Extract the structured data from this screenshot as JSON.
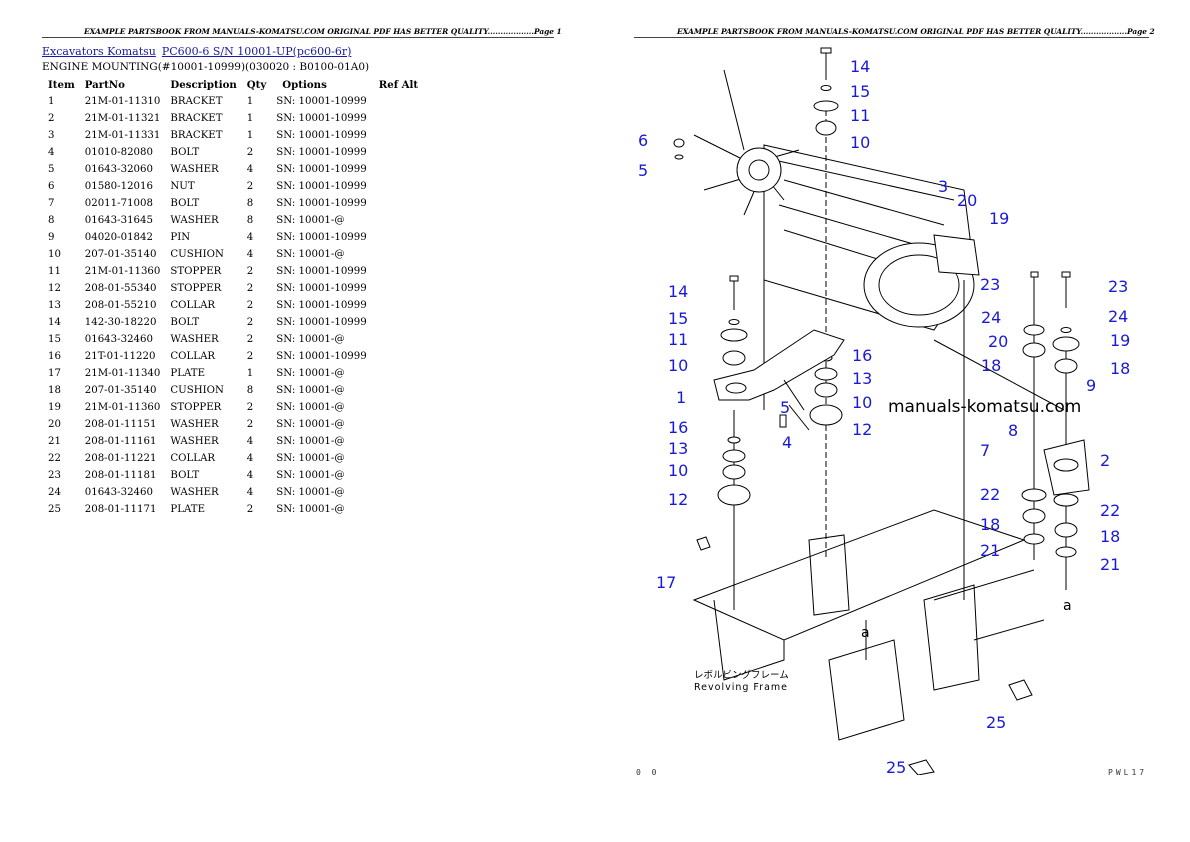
{
  "header_left": "EXAMPLE PARTSBOOK FROM MANUALS-KOMATSU.COM ORIGINAL PDF HAS BETTER QUALITY..................Page 1",
  "header_right": "EXAMPLE PARTSBOOK FROM MANUALS-KOMATSU.COM ORIGINAL PDF HAS BETTER QUALITY..................Page 2",
  "breadcrumb": {
    "link1": "Excavators Komatsu",
    "link2": "PC600-6 S/N 10001-UP(pc600-6r)"
  },
  "section_title": "ENGINE MOUNTING(#10001-10999)(030020 : B0100-01A0)",
  "table": {
    "headers": {
      "item": "Item",
      "partno": "PartNo",
      "desc": "Description",
      "qty": "Qty",
      "options": "Options",
      "refalt": "Ref Alt"
    },
    "rows": [
      {
        "item": "1",
        "partno": "21M-01-11310",
        "desc": "BRACKET",
        "qty": "1",
        "options": "SN: 10001-10999"
      },
      {
        "item": "2",
        "partno": "21M-01-11321",
        "desc": "BRACKET",
        "qty": "1",
        "options": "SN: 10001-10999"
      },
      {
        "item": "3",
        "partno": "21M-01-11331",
        "desc": "BRACKET",
        "qty": "1",
        "options": "SN: 10001-10999"
      },
      {
        "item": "4",
        "partno": "01010-82080",
        "desc": "BOLT",
        "qty": "2",
        "options": "SN: 10001-10999"
      },
      {
        "item": "5",
        "partno": "01643-32060",
        "desc": "WASHER",
        "qty": "4",
        "options": "SN: 10001-10999"
      },
      {
        "item": "6",
        "partno": "01580-12016",
        "desc": "NUT",
        "qty": "2",
        "options": "SN: 10001-10999"
      },
      {
        "item": "7",
        "partno": "02011-71008",
        "desc": "BOLT",
        "qty": "8",
        "options": "SN: 10001-10999"
      },
      {
        "item": "8",
        "partno": "01643-31645",
        "desc": "WASHER",
        "qty": "8",
        "options": "SN: 10001-@"
      },
      {
        "item": "9",
        "partno": "04020-01842",
        "desc": "PIN",
        "qty": "4",
        "options": "SN: 10001-10999"
      },
      {
        "item": "10",
        "partno": "207-01-35140",
        "desc": "CUSHION",
        "qty": "4",
        "options": "SN: 10001-@"
      },
      {
        "item": "11",
        "partno": "21M-01-11360",
        "desc": "STOPPER",
        "qty": "2",
        "options": "SN: 10001-10999"
      },
      {
        "item": "12",
        "partno": "208-01-55340",
        "desc": "STOPPER",
        "qty": "2",
        "options": "SN: 10001-10999"
      },
      {
        "item": "13",
        "partno": "208-01-55210",
        "desc": "COLLAR",
        "qty": "2",
        "options": "SN: 10001-10999"
      },
      {
        "item": "14",
        "partno": "142-30-18220",
        "desc": "BOLT",
        "qty": "2",
        "options": "SN: 10001-10999"
      },
      {
        "item": "15",
        "partno": "01643-32460",
        "desc": "WASHER",
        "qty": "2",
        "options": "SN: 10001-@"
      },
      {
        "item": "16",
        "partno": "21T-01-11220",
        "desc": "COLLAR",
        "qty": "2",
        "options": "SN: 10001-10999"
      },
      {
        "item": "17",
        "partno": "21M-01-11340",
        "desc": "PLATE",
        "qty": "1",
        "options": "SN: 10001-@"
      },
      {
        "item": "18",
        "partno": "207-01-35140",
        "desc": "CUSHION",
        "qty": "8",
        "options": "SN: 10001-@"
      },
      {
        "item": "19",
        "partno": "21M-01-11360",
        "desc": "STOPPER",
        "qty": "2",
        "options": "SN: 10001-@"
      },
      {
        "item": "20",
        "partno": "208-01-11151",
        "desc": "WASHER",
        "qty": "2",
        "options": "SN: 10001-@"
      },
      {
        "item": "21",
        "partno": "208-01-11161",
        "desc": "WASHER",
        "qty": "4",
        "options": "SN: 10001-@"
      },
      {
        "item": "22",
        "partno": "208-01-11221",
        "desc": "COLLAR",
        "qty": "4",
        "options": "SN: 10001-@"
      },
      {
        "item": "23",
        "partno": "208-01-11181",
        "desc": "BOLT",
        "qty": "4",
        "options": "SN: 10001-@"
      },
      {
        "item": "24",
        "partno": "01643-32460",
        "desc": "WASHER",
        "qty": "4",
        "options": "SN: 10001-@"
      },
      {
        "item": "25",
        "partno": "208-01-11171",
        "desc": "PLATE",
        "qty": "2",
        "options": "SN: 10001-@"
      }
    ]
  },
  "diagram": {
    "watermark": "manuals-komatsu.com",
    "frame_label_jp": "レボルビングフレーム",
    "frame_label_en": "Revolving Frame",
    "ref_a": "a",
    "footer_left": "0 0",
    "footer_right": "PWL17",
    "callout_color": "#1a1ad6",
    "callouts": [
      "14",
      "15",
      "11",
      "10",
      "6",
      "5",
      "3",
      "20",
      "19",
      "23",
      "24",
      "20",
      "18",
      "23",
      "24",
      "19",
      "18",
      "14",
      "15",
      "11",
      "10",
      "1",
      "16",
      "13",
      "10",
      "12",
      "5",
      "4",
      "16",
      "13",
      "10",
      "12",
      "9",
      "7",
      "8",
      "2",
      "22",
      "22",
      "18",
      "18",
      "21",
      "21",
      "17",
      "25",
      "25"
    ]
  }
}
